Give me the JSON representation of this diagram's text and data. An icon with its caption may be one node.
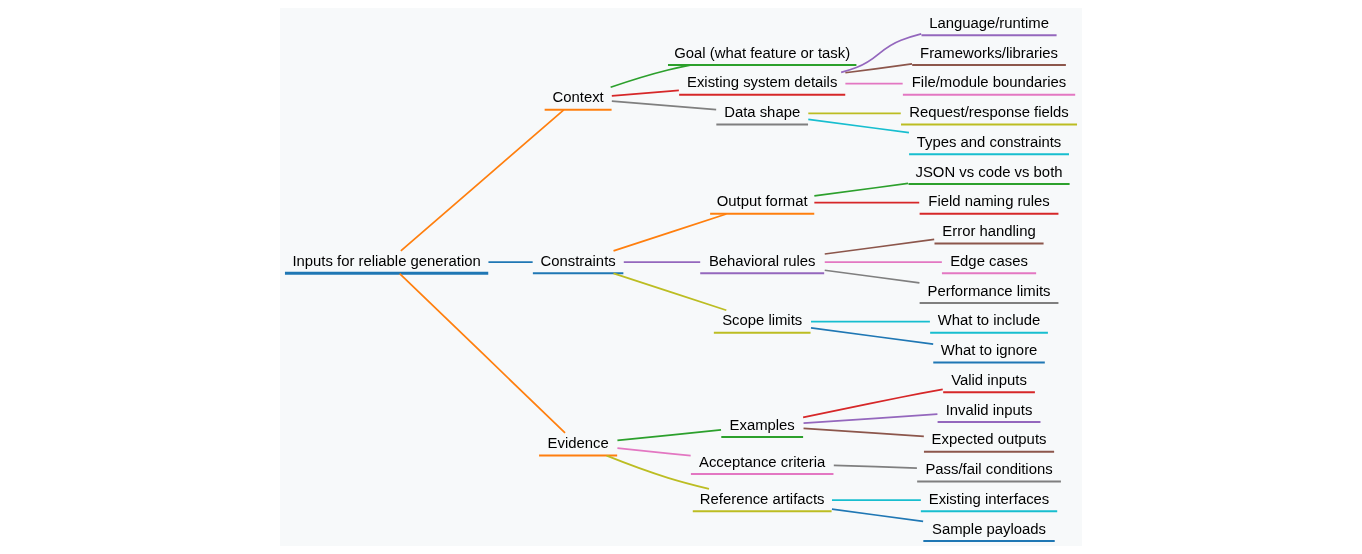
{
  "diagram": {
    "nodes": [
      {
        "text": [
          "Inputs for reliable generation"
        ]
      },
      {
        "text": [
          "Context"
        ]
      },
      {
        "text": [
          "Goal (what feature or task)"
        ]
      },
      {
        "text": [
          "Existing system details"
        ]
      },
      {
        "text": [
          "Language/runtime"
        ]
      },
      {
        "text": [
          "Frameworks/libraries"
        ]
      },
      {
        "text": [
          "File/module boundaries"
        ]
      },
      {
        "text": [
          "Data shape"
        ]
      },
      {
        "text": [
          "Request/response fields"
        ]
      },
      {
        "text": [
          "Types and constraints"
        ]
      },
      {
        "text": [
          "Constraints"
        ]
      },
      {
        "text": [
          "Output format"
        ]
      },
      {
        "text": [
          "JSON vs code vs both"
        ]
      },
      {
        "text": [
          "Field naming rules"
        ]
      },
      {
        "text": [
          "Behavioral rules"
        ]
      },
      {
        "text": [
          "Error handling"
        ]
      },
      {
        "text": [
          "Edge cases"
        ]
      },
      {
        "text": [
          "Performance limits"
        ]
      },
      {
        "text": [
          "Scope limits"
        ]
      },
      {
        "text": [
          "What to include"
        ]
      },
      {
        "text": [
          "What to ignore"
        ]
      },
      {
        "text": [
          "Evidence"
        ]
      },
      {
        "text": [
          "Examples"
        ]
      },
      {
        "text": [
          "Valid inputs"
        ]
      },
      {
        "text": [
          "Invalid inputs"
        ]
      },
      {
        "text": [
          "Expected outputs"
        ]
      },
      {
        "text": [
          "Acceptance criteria"
        ]
      },
      {
        "text": [
          "Pass/fail conditions"
        ]
      },
      {
        "text": [
          "Reference artifacts"
        ]
      },
      {
        "text": [
          "Existing interfaces"
        ]
      },
      {
        "text": [
          "Sample payloads"
        ]
      }
    ],
    "edges": [
      {
        "from": 0,
        "to": 1,
        "arrow": "none",
        "color": "#ff7f0e"
      },
      {
        "from": 1,
        "to": 2,
        "arrow": "none",
        "color": "#2ca02c"
      },
      {
        "from": 1,
        "to": 3,
        "arrow": "none",
        "color": "#d62728"
      },
      {
        "from": 3,
        "to": 4,
        "arrow": "none",
        "color": "#9467bd"
      },
      {
        "from": 3,
        "to": 5,
        "arrow": "none",
        "color": "#8c564b"
      },
      {
        "from": 3,
        "to": 6,
        "arrow": "none",
        "color": "#e377c2"
      },
      {
        "from": 1,
        "to": 7,
        "arrow": "none",
        "color": "#7f7f7f"
      },
      {
        "from": 7,
        "to": 8,
        "arrow": "none",
        "color": "#bcbd22"
      },
      {
        "from": 7,
        "to": 9,
        "arrow": "none",
        "color": "#17becf"
      },
      {
        "from": 0,
        "to": 10,
        "arrow": "none",
        "color": "#1f77b4"
      },
      {
        "from": 10,
        "to": 11,
        "arrow": "none",
        "color": "#ff7f0e"
      },
      {
        "from": 11,
        "to": 12,
        "arrow": "none",
        "color": "#2ca02c"
      },
      {
        "from": 11,
        "to": 13,
        "arrow": "none",
        "color": "#d62728"
      },
      {
        "from": 10,
        "to": 14,
        "arrow": "none",
        "color": "#9467bd"
      },
      {
        "from": 14,
        "to": 15,
        "arrow": "none",
        "color": "#8c564b"
      },
      {
        "from": 14,
        "to": 16,
        "arrow": "none",
        "color": "#e377c2"
      },
      {
        "from": 14,
        "to": 17,
        "arrow": "none",
        "color": "#7f7f7f"
      },
      {
        "from": 10,
        "to": 18,
        "arrow": "none",
        "color": "#bcbd22"
      },
      {
        "from": 18,
        "to": 19,
        "arrow": "none",
        "color": "#17becf"
      },
      {
        "from": 18,
        "to": 20,
        "arrow": "none",
        "color": "#1f77b4"
      },
      {
        "from": 0,
        "to": 21,
        "arrow": "none",
        "color": "#ff7f0e"
      },
      {
        "from": 21,
        "to": 22,
        "arrow": "none",
        "color": "#2ca02c"
      },
      {
        "from": 22,
        "to": 23,
        "arrow": "none",
        "color": "#d62728"
      },
      {
        "from": 22,
        "to": 24,
        "arrow": "none",
        "color": "#9467bd"
      },
      {
        "from": 22,
        "to": 25,
        "arrow": "none",
        "color": "#8c564b"
      },
      {
        "from": 21,
        "to": 26,
        "arrow": "none",
        "color": "#e377c2"
      },
      {
        "from": 26,
        "to": 27,
        "arrow": "none",
        "color": "#7f7f7f"
      },
      {
        "from": 21,
        "to": 28,
        "arrow": "none",
        "color": "#bcbd22"
      },
      {
        "from": 28,
        "to": 29,
        "arrow": "none",
        "color": "#17becf"
      },
      {
        "from": 28,
        "to": 30,
        "arrow": "none",
        "color": "#1f77b4"
      }
    ]
  }
}
